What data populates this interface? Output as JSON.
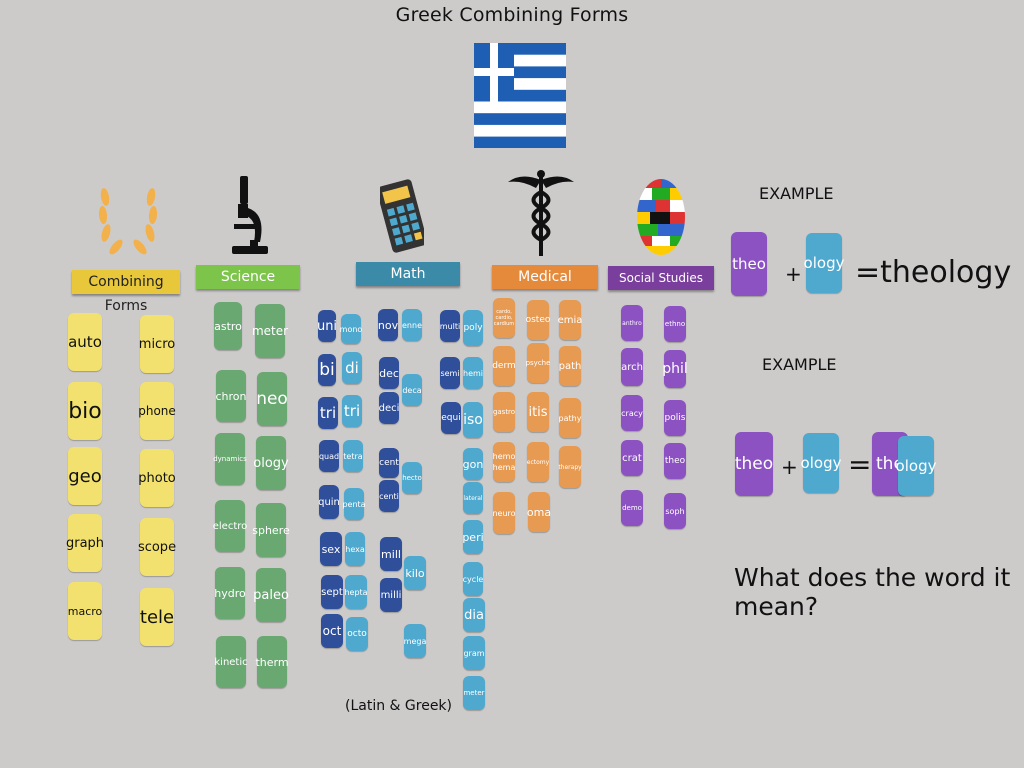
{
  "title": "Greek Combining Forms",
  "categories": {
    "combining_forms": "Combining Forms",
    "science": "Science",
    "math": "Math",
    "medical": "Medical",
    "social_studies": "Social Studies"
  },
  "combining_forms": [
    "auto",
    "micro",
    "bio",
    "phone",
    "geo",
    "photo",
    "graph",
    "scope",
    "macro",
    "tele"
  ],
  "science": [
    "astro",
    "meter",
    "chron",
    "neo",
    "dynamics",
    "ology",
    "electro",
    "sphere",
    "hydro",
    "paleo",
    "kinetic",
    "therm"
  ],
  "math": [
    "uni",
    "mono",
    "nov",
    "enne",
    "multi",
    "poly",
    "bi",
    "di",
    "dec",
    "deca",
    "semi",
    "hemi",
    "tri",
    "tri",
    "deci",
    "equi",
    "iso",
    "quad",
    "tetra",
    "cent",
    "hecto",
    "gon",
    "quin",
    "penta",
    "centi",
    "lateral",
    "sex",
    "hexa",
    "peri",
    "mill",
    "kilo",
    "sept",
    "hepta",
    "milli",
    "cycle",
    "oct",
    "octo",
    "dia",
    "mega",
    "gram",
    "meter"
  ],
  "math_note": "(Latin & Greek)",
  "medical": [
    "cardo, cardio, cardium",
    "osteo",
    "emia",
    "derm",
    "psyche",
    "path",
    "gastro",
    "itis",
    "pathy",
    "hemo hema",
    "ectomy",
    "therapy",
    "neuro",
    "oma"
  ],
  "social": [
    "anthro",
    "ethno",
    "arch",
    "phil",
    "cracy",
    "polis",
    "crat",
    "theo",
    "demo",
    "soph"
  ],
  "example1": {
    "label": "EXAMPLE",
    "a": "theo",
    "plus": "+",
    "b": "ology",
    "result": "=theology"
  },
  "example2": {
    "label": "EXAMPLE",
    "a": "theo",
    "plus": "+",
    "b": "ology",
    "eq": "=",
    "r1": "the",
    "r2": "ology"
  },
  "question": "What does the word it mean?"
}
